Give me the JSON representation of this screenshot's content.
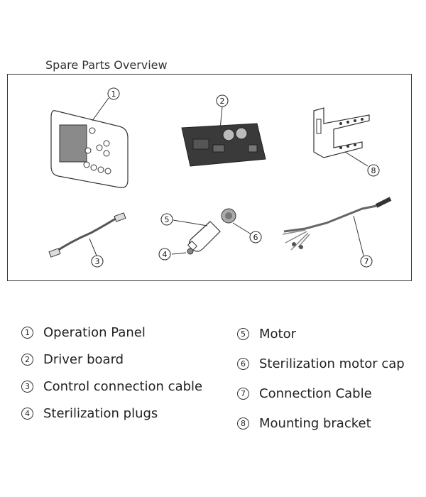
{
  "title": "Spare Parts Overview",
  "parts": [
    {
      "num": "1",
      "label": "Operation Panel"
    },
    {
      "num": "2",
      "label": "Driver board"
    },
    {
      "num": "3",
      "label": "Control connection cable"
    },
    {
      "num": "4",
      "label": "Sterilization plugs"
    },
    {
      "num": "5",
      "label": "Motor"
    },
    {
      "num": "6",
      "label": "Sterilization motor cap"
    },
    {
      "num": "7",
      "label": "Connection Cable"
    },
    {
      "num": "8",
      "label": "Mounting bracket"
    }
  ]
}
